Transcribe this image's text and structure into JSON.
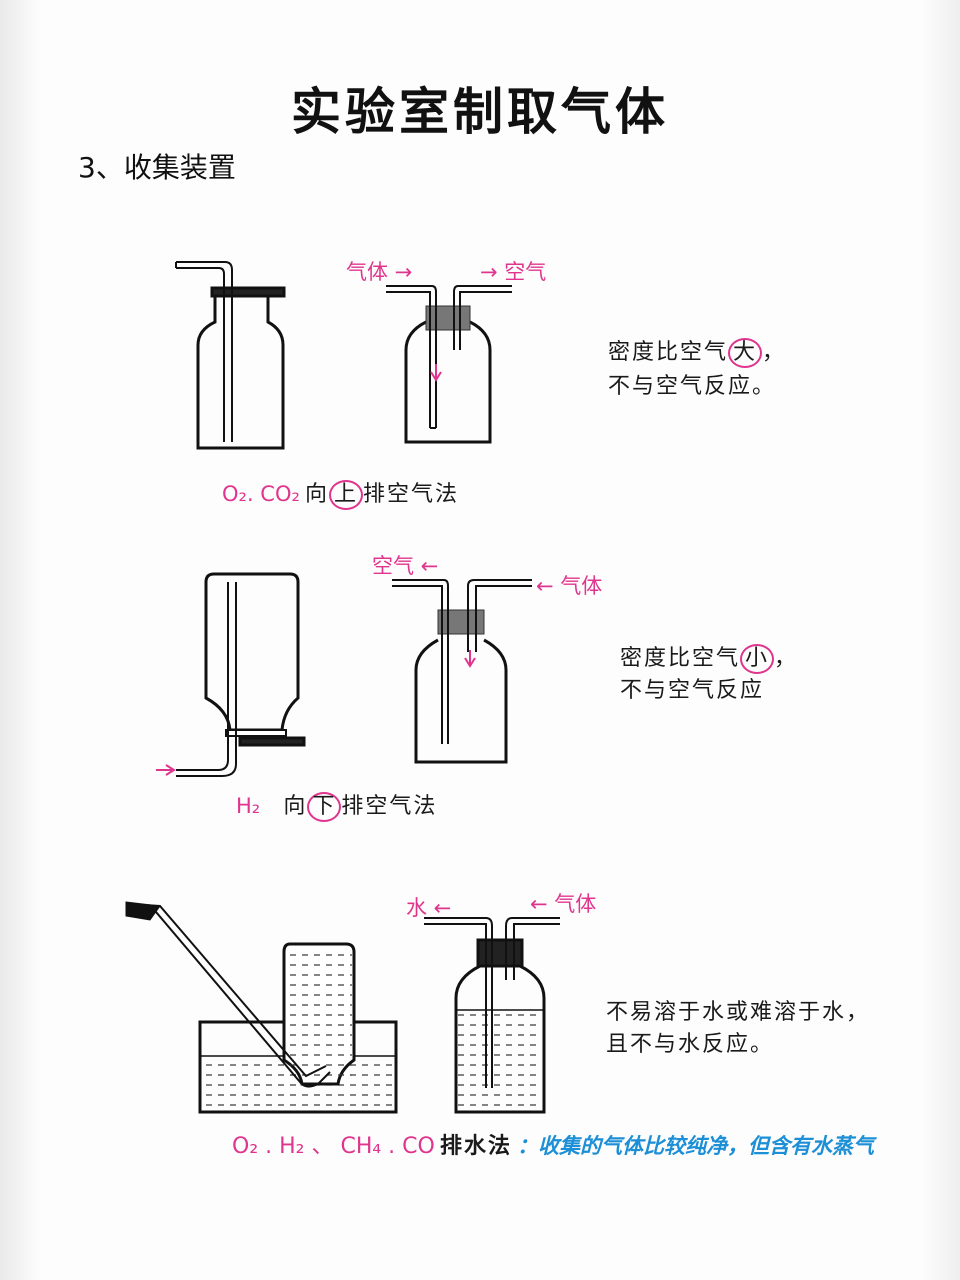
{
  "title": "实验室制取气体",
  "section": "3、收集装置",
  "row1": {
    "label_in": "气体 →",
    "label_out": "→ 空气",
    "note_line1_before": "密度比空气",
    "note_line1_key": "大",
    "note_line1_after": "，",
    "note_line2": "不与空气反应。",
    "method_gases": "O₂. CO₂",
    "method_before": "向",
    "method_key": "上",
    "method_after": "排空气法"
  },
  "row2": {
    "label_out": "空气 ←",
    "label_in": "← 气体",
    "note_line1_before": "密度比空气",
    "note_line1_key": "小",
    "note_line1_after": "，",
    "note_line2": "不与空气反应",
    "method_gases": "H₂",
    "method_before": "向",
    "method_key": "下",
    "method_after": "排空气法"
  },
  "row3": {
    "label_out": "水 ←",
    "label_in": "← 气体",
    "note_line1": "不易溶于水或难溶于水，",
    "note_line2": "且不与水反应。",
    "method_gases": "O₂ . H₂ 、 CH₄ . CO",
    "method": "排水法",
    "remark": "：收集的气体比较纯净，但含有水蒸气"
  }
}
